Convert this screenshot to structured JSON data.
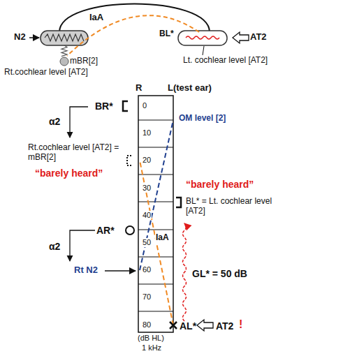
{
  "diagram": {
    "labels": [
      "IaA",
      "N2",
      "BL*",
      "AT2",
      "mBR[2]",
      "Rt.cochlear level [AT2]",
      "Lt. cochlear level [AT2]",
      "R",
      "L(test ear)",
      "0",
      "10",
      "20",
      "30",
      "40",
      "50",
      "60",
      "70",
      "80",
      "BR*",
      "OM level [2]",
      "α2",
      "Rt.cochlear level [AT2] = mBR[2]",
      "“barely heard”",
      "“barely heard”",
      "BL* = Lt. cochlear level [AT2]",
      "AR*",
      "IaA",
      "α2",
      "GL* = 50 dB",
      "Rt N2",
      "AL*",
      "AT2",
      "!",
      "(dB HL)",
      "1 kHz"
    ]
  }
}
